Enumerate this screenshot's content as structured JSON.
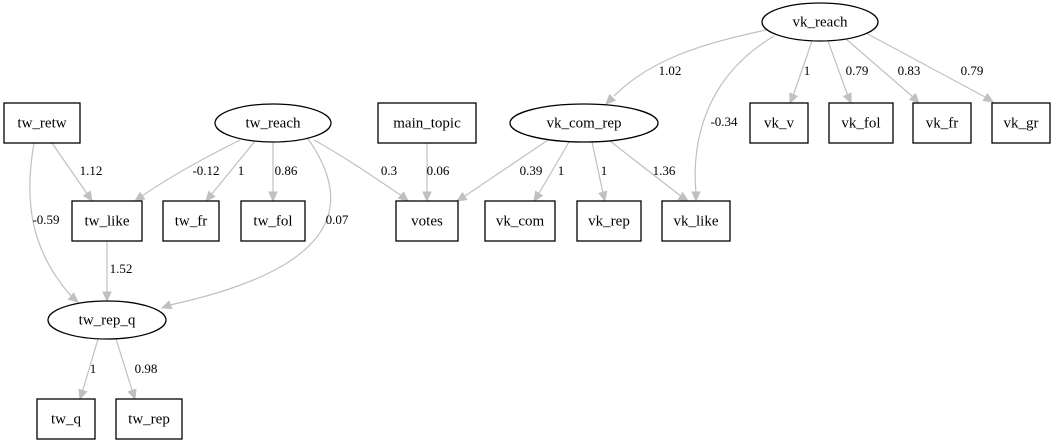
{
  "colors": {
    "edge": "#c0c0c0",
    "node_border": "#000000",
    "background": "#ffffff",
    "text": "#000000"
  },
  "nodes": [
    {
      "id": "vk_reach",
      "label": "vk_reach",
      "shape": "ellipse"
    },
    {
      "id": "tw_retw",
      "label": "tw_retw",
      "shape": "box"
    },
    {
      "id": "tw_reach",
      "label": "tw_reach",
      "shape": "ellipse"
    },
    {
      "id": "main_topic",
      "label": "main_topic",
      "shape": "box"
    },
    {
      "id": "vk_com_rep",
      "label": "vk_com_rep",
      "shape": "ellipse"
    },
    {
      "id": "vk_v",
      "label": "vk_v",
      "shape": "box"
    },
    {
      "id": "vk_fol",
      "label": "vk_fol",
      "shape": "box"
    },
    {
      "id": "vk_fr",
      "label": "vk_fr",
      "shape": "box"
    },
    {
      "id": "vk_gr",
      "label": "vk_gr",
      "shape": "box"
    },
    {
      "id": "tw_like",
      "label": "tw_like",
      "shape": "box"
    },
    {
      "id": "tw_fr",
      "label": "tw_fr",
      "shape": "box"
    },
    {
      "id": "tw_fol",
      "label": "tw_fol",
      "shape": "box"
    },
    {
      "id": "votes",
      "label": "votes",
      "shape": "box"
    },
    {
      "id": "vk_com",
      "label": "vk_com",
      "shape": "box"
    },
    {
      "id": "vk_rep",
      "label": "vk_rep",
      "shape": "box"
    },
    {
      "id": "vk_like",
      "label": "vk_like",
      "shape": "box"
    },
    {
      "id": "tw_rep_q",
      "label": "tw_rep_q",
      "shape": "ellipse"
    },
    {
      "id": "tw_q",
      "label": "tw_q",
      "shape": "box"
    },
    {
      "id": "tw_rep",
      "label": "tw_rep",
      "shape": "box"
    }
  ],
  "edges": [
    {
      "from": "vk_reach",
      "to": "vk_com_rep",
      "label": "1.02"
    },
    {
      "from": "vk_reach",
      "to": "vk_like",
      "label": "-0.34"
    },
    {
      "from": "vk_reach",
      "to": "vk_v",
      "label": "1"
    },
    {
      "from": "vk_reach",
      "to": "vk_fol",
      "label": "0.79"
    },
    {
      "from": "vk_reach",
      "to": "vk_fr",
      "label": "0.83"
    },
    {
      "from": "vk_reach",
      "to": "vk_gr",
      "label": "0.79"
    },
    {
      "from": "tw_retw",
      "to": "tw_like",
      "label": "1.12"
    },
    {
      "from": "tw_retw",
      "to": "tw_rep_q",
      "label": "-0.59"
    },
    {
      "from": "tw_reach",
      "to": "tw_like",
      "label": "-0.12"
    },
    {
      "from": "tw_reach",
      "to": "tw_fr",
      "label": "1"
    },
    {
      "from": "tw_reach",
      "to": "tw_fol",
      "label": "0.86"
    },
    {
      "from": "tw_reach",
      "to": "votes",
      "label": "0.3"
    },
    {
      "from": "tw_reach",
      "to": "tw_rep_q",
      "label": "0.07"
    },
    {
      "from": "main_topic",
      "to": "votes",
      "label": "0.06"
    },
    {
      "from": "vk_com_rep",
      "to": "votes",
      "label": "0.39"
    },
    {
      "from": "vk_com_rep",
      "to": "vk_com",
      "label": "1"
    },
    {
      "from": "vk_com_rep",
      "to": "vk_rep",
      "label": "1"
    },
    {
      "from": "vk_com_rep",
      "to": "vk_like",
      "label": "1.36"
    },
    {
      "from": "tw_like",
      "to": "tw_rep_q",
      "label": "1.52"
    },
    {
      "from": "tw_rep_q",
      "to": "tw_q",
      "label": "1"
    },
    {
      "from": "tw_rep_q",
      "to": "tw_rep",
      "label": "0.98"
    }
  ]
}
